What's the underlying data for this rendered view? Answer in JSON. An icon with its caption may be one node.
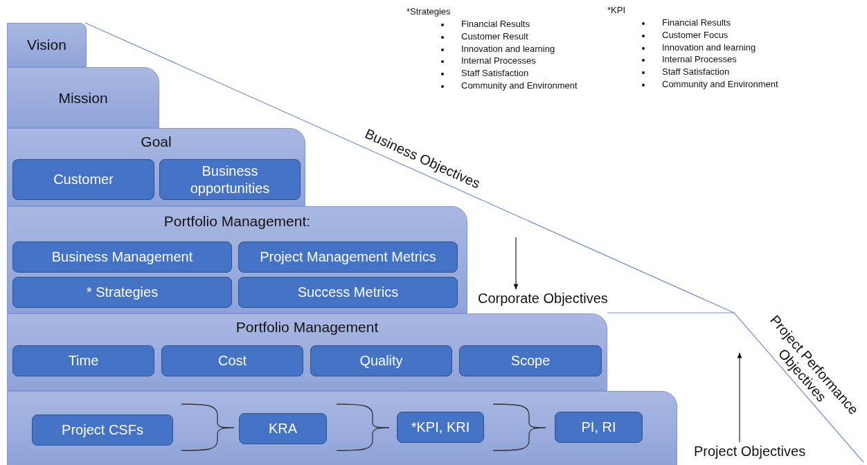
{
  "diagram": {
    "nodes": [
      {
        "text": [
          "Vision"
        ]
      },
      {
        "text": [
          "Mission"
        ]
      },
      {
        "text": [
          "Goal"
        ]
      },
      {
        "text": [
          "Customer"
        ],
        "in": 2
      },
      {
        "text": [
          "Business opportunities"
        ],
        "in": 2
      },
      {
        "text": [
          "Portfolio Management:"
        ]
      },
      {
        "text": [
          "Business Management"
        ],
        "in": 5
      },
      {
        "text": [
          "Project Management Metrics"
        ],
        "in": 5
      },
      {
        "text": [
          "* Strategies"
        ],
        "in": 5
      },
      {
        "text": [
          "Success Metrics"
        ],
        "in": 5
      },
      {
        "text": [
          "Portfolio Management"
        ]
      },
      {
        "text": [
          "Time"
        ],
        "in": 10
      },
      {
        "text": [
          "Cost"
        ],
        "in": 10
      },
      {
        "text": [
          "Quality"
        ],
        "in": 10
      },
      {
        "text": [
          "Scope"
        ],
        "in": 10
      },
      {
        "text": [],
        "shape": "box"
      },
      {
        "text": [
          "Project CSFs"
        ],
        "in": 15
      },
      {
        "text": [
          "KRA"
        ],
        "in": 15
      },
      {
        "text": [
          "*KPI, KRI"
        ],
        "in": 15
      },
      {
        "text": [
          "PI, RI"
        ],
        "in": 15
      },
      {
        "text": [
          "Corporate Objectives"
        ]
      },
      {
        "text": [
          "Project Objectives"
        ]
      }
    ],
    "edges": [
      {
        "from": null,
        "to": 20,
        "arrow": "to"
      },
      {
        "from": 21,
        "to": null,
        "arrow": "to"
      }
    ],
    "labels": [
      "*Strategies",
      "Financial Results",
      "Customer Result",
      "Innovation and learning",
      "Internal Processes",
      "Staff Satisfaction",
      "Community and Environment",
      "*KPI",
      "Financial Results",
      "Customer Focus",
      "Innovation and learning",
      "Internal Processes",
      "Staff Satisfaction",
      "Community and Environment",
      "Business Objectives",
      "Project Performance Objectives"
    ]
  }
}
